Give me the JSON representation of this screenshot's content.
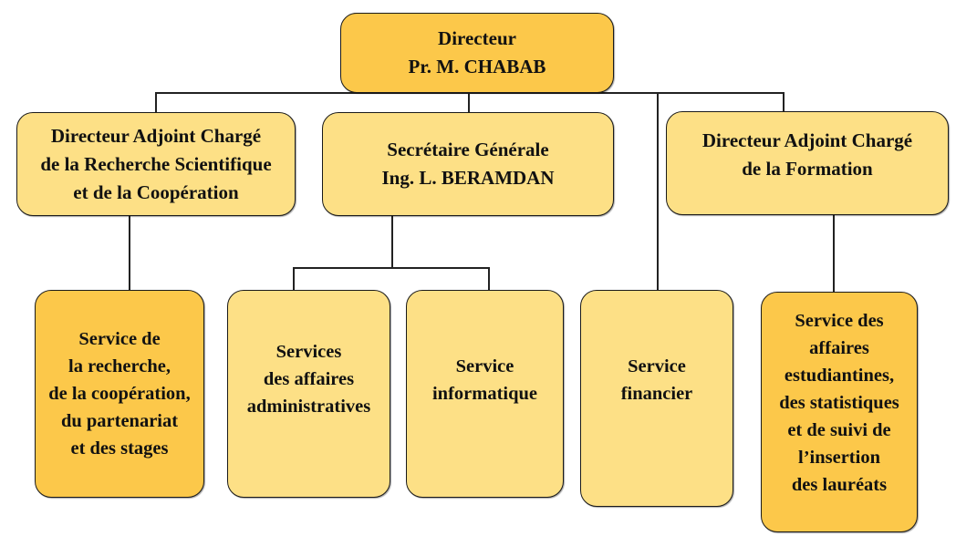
{
  "diagram": {
    "type": "org-chart",
    "director": {
      "lines": [
        "Directeur",
        "Pr. M. CHABAB"
      ]
    },
    "deputy_research": {
      "lines": [
        "Directeur Adjoint Chargé",
        "de la Recherche Scientifique",
        "et de la Coopération"
      ]
    },
    "secretary_general": {
      "lines": [
        "Secrétaire Générale",
        "Ing. L. BERAMDAN"
      ]
    },
    "deputy_training": {
      "lines": [
        "Directeur Adjoint Chargé",
        "de la Formation"
      ]
    },
    "service_research": {
      "lines": [
        "Service de",
        "la recherche,",
        "de la coopération,",
        "du partenariat",
        "et des stages"
      ]
    },
    "service_admin": {
      "lines": [
        "Services",
        "des affaires",
        "administratives"
      ]
    },
    "service_it": {
      "lines": [
        "Service",
        "informatique"
      ]
    },
    "service_finance": {
      "lines": [
        "Service",
        "financier"
      ]
    },
    "service_students": {
      "lines": [
        "Service des",
        "affaires",
        "estudiantines,",
        "des statistiques",
        "et de suivi de",
        "l’insertion",
        "des lauréats"
      ]
    },
    "colors": {
      "light_box": "#fde086",
      "dark_box": "#fcc84a",
      "connector": "#222222"
    }
  }
}
